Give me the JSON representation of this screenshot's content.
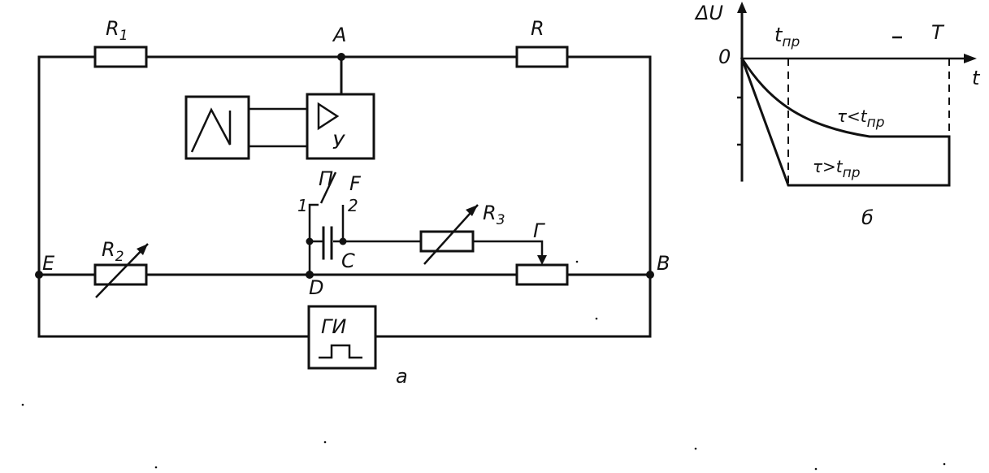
{
  "circuit": {
    "resistors": {
      "r1": {
        "label": "R",
        "subscript": "1"
      },
      "r_top": {
        "label": "R"
      },
      "r2": {
        "label": "R",
        "subscript": "2"
      },
      "r3": {
        "label": "R",
        "subscript": "3"
      }
    },
    "nodes": {
      "a": "A",
      "b": "B",
      "d": "D",
      "e": "E",
      "c": "C",
      "f": "F",
      "g": "Г",
      "p": "П"
    },
    "switch_contacts": {
      "one": "1",
      "two": "2"
    },
    "amplifier": {
      "label": "У"
    },
    "pulse_generator": {
      "label": "ГИ"
    },
    "caption": "а"
  },
  "graph": {
    "y_axis_label": "ΔU",
    "x_axis_label": "t",
    "origin_label": "0",
    "t_label": "t",
    "t_subscript": "пр",
    "period_label": "T",
    "curve_slow": {
      "text": "τ<t",
      "subscript": "пр"
    },
    "curve_fast": {
      "text": "τ>t",
      "subscript": "пр"
    },
    "caption": "б"
  }
}
